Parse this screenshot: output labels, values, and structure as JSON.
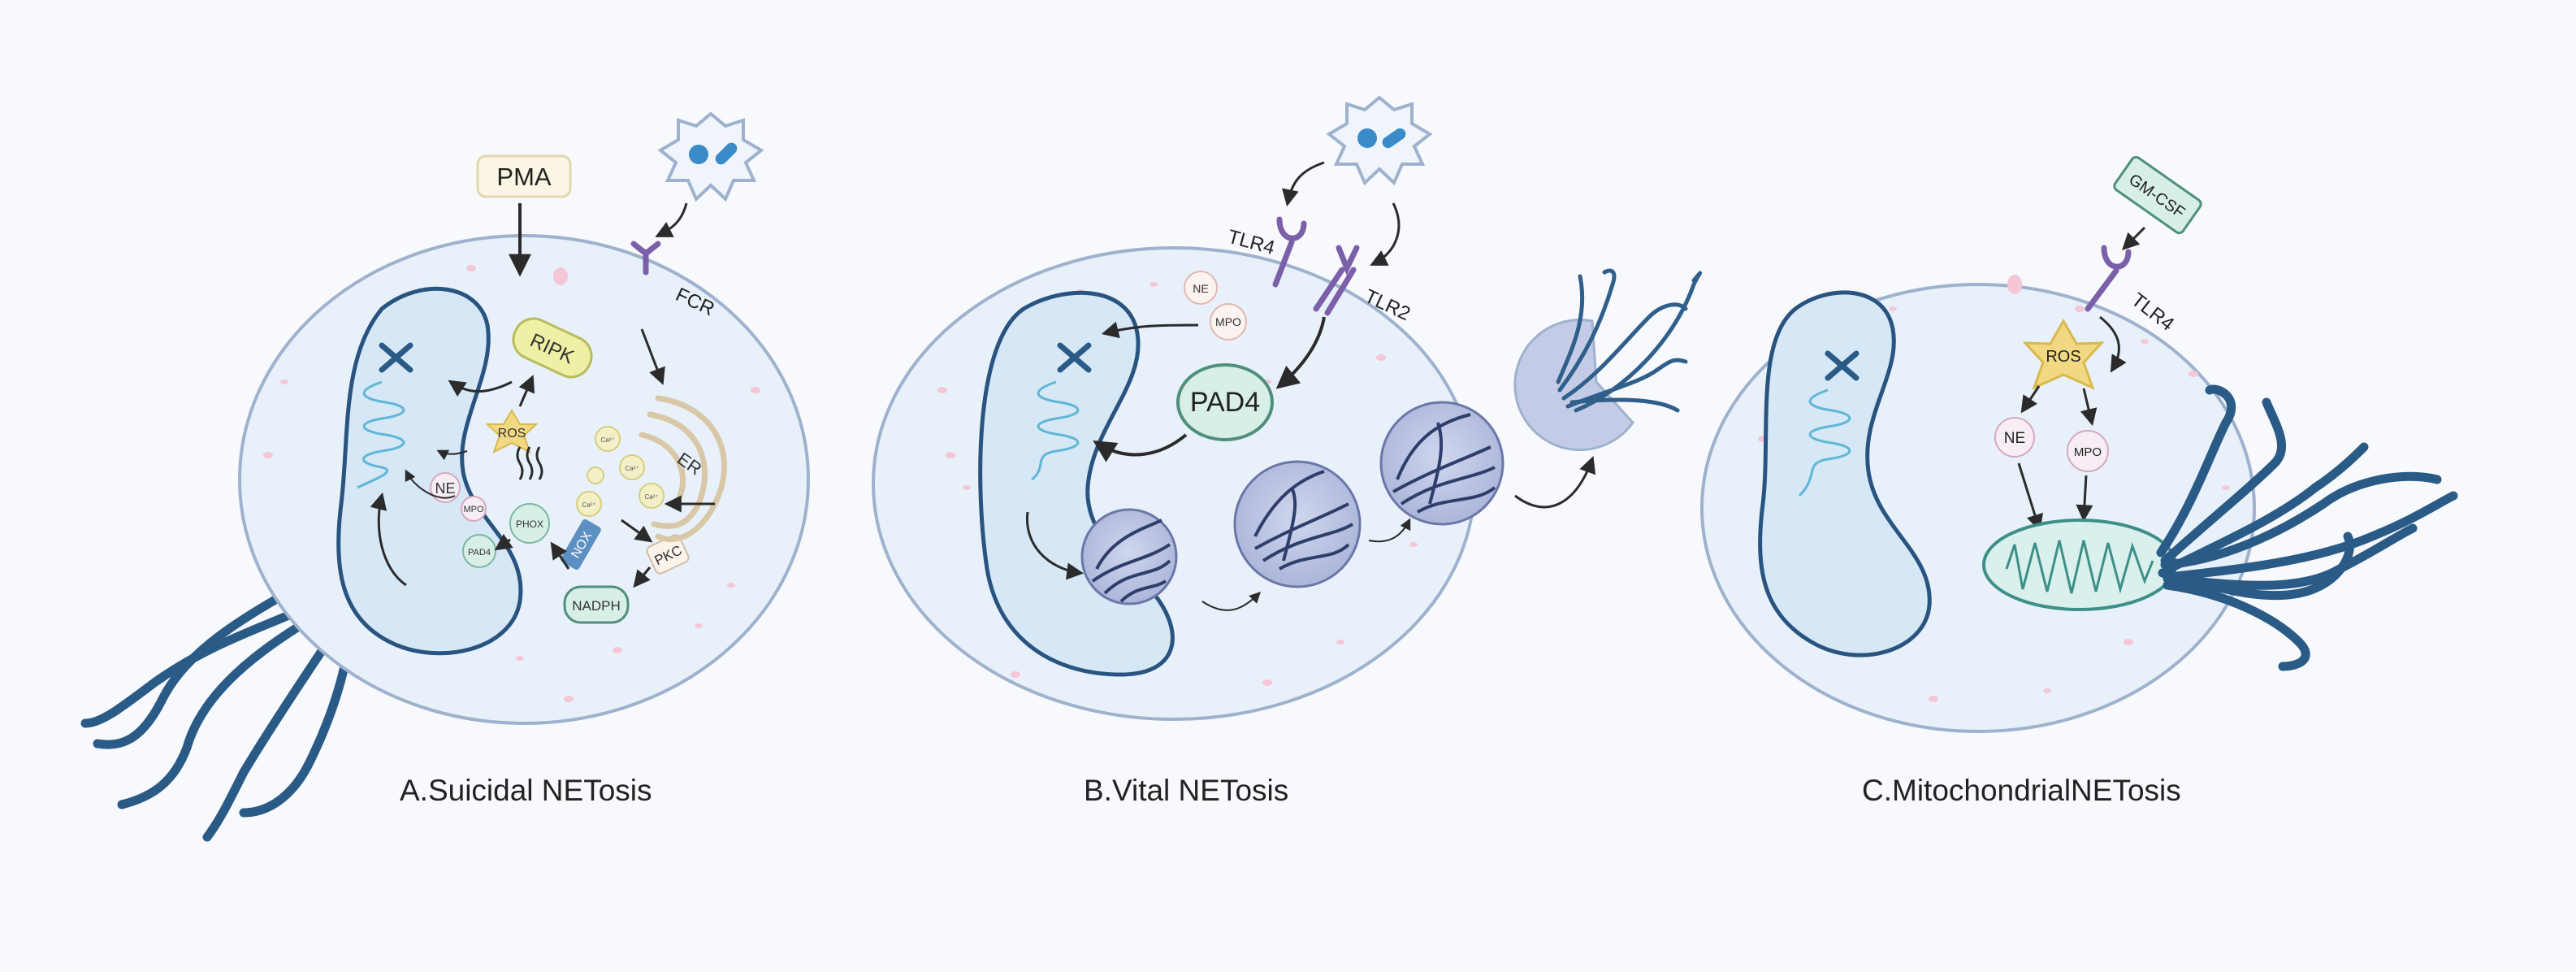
{
  "panels": [
    {
      "caption": "A.Suicidal NETosis",
      "labels": {
        "pma": "PMA",
        "ripk": "RIPK",
        "ros": "ROS",
        "ne": "NE",
        "mpo": "MPO",
        "pad4": "PAD4",
        "phox": "PHOX",
        "nox": "NOX",
        "nadph": "NADPH",
        "pkc": "PKC",
        "er": "ER",
        "fcr": "FCR",
        "ca": "Ca²⁺"
      }
    },
    {
      "caption": "B.Vital NETosis",
      "labels": {
        "tlr4": "TLR4",
        "tlr2": "TLR2",
        "ne": "NE",
        "mpo": "MPO",
        "pad4": "PAD4"
      }
    },
    {
      "caption": "C.MitochondrialNETosis",
      "labels": {
        "gmcsf": "GM-CSF",
        "tlr4": "TLR4",
        "ros": "ROS",
        "ne": "NE",
        "mpo": "MPO"
      }
    }
  ],
  "colors": {
    "background": "#f7f9fc",
    "cell_fill": "#e8f1fa",
    "cell_stroke": "#9fb2cd",
    "nucleus_fill": "#dbeaf7",
    "nucleus_stroke": "#2a5480",
    "net_strand": "#2a5a86",
    "receptor": "#7b5fa8",
    "ros_star": "#f2d883"
  }
}
